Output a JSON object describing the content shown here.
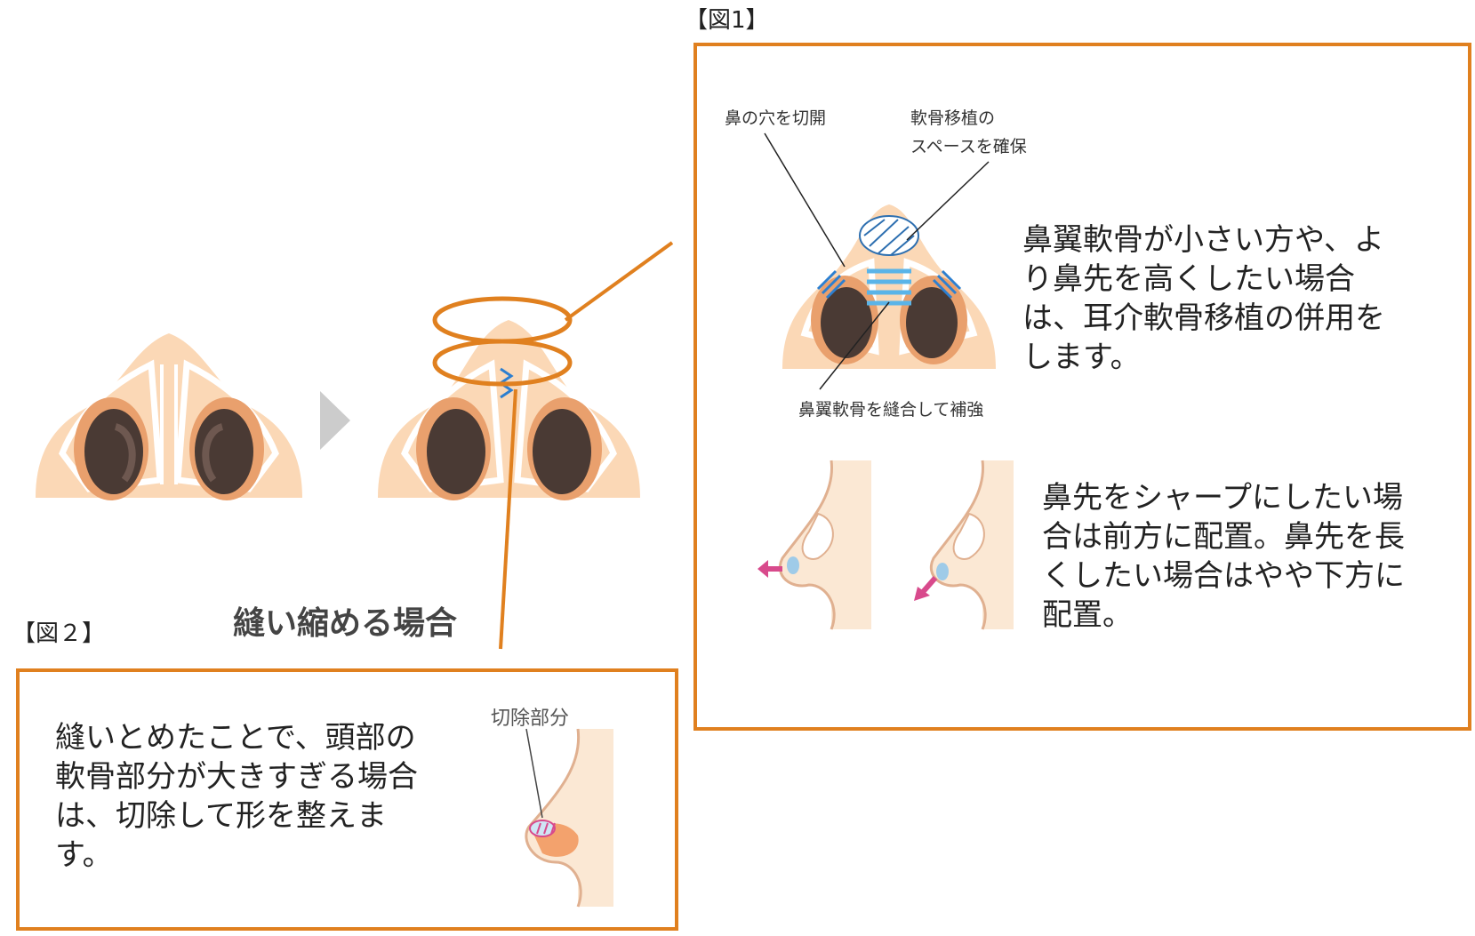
{
  "fig1": {
    "tag": "【図1】",
    "label_incision": "鼻の穴を切開",
    "label_space_line1": "軟骨移植の",
    "label_space_line2": "スペースを確保",
    "label_suture": "鼻翼軟骨を縫合して補強",
    "text_top": "鼻翼軟骨が小さい方や、より鼻先を高くしたい場合は、耳介軟骨移植の併用をします。",
    "text_bottom": "鼻先をシャープにしたい場合は前方に配置。鼻先を長くしたい場合はやや下方に配置。"
  },
  "fig2": {
    "tag": "【図２】",
    "heading": "縫い縮める場合",
    "label_cut": "切除部分",
    "text": "縫いとめたことで、頭部の軟骨部分が大きすぎる場合は、切除して形を整えます。"
  },
  "colors": {
    "accent": "#e0801f",
    "skin": "#fbd8b6",
    "nostril": "#4a3a34",
    "suture": "#2d7fd0",
    "arrow": "#d84a8c"
  }
}
